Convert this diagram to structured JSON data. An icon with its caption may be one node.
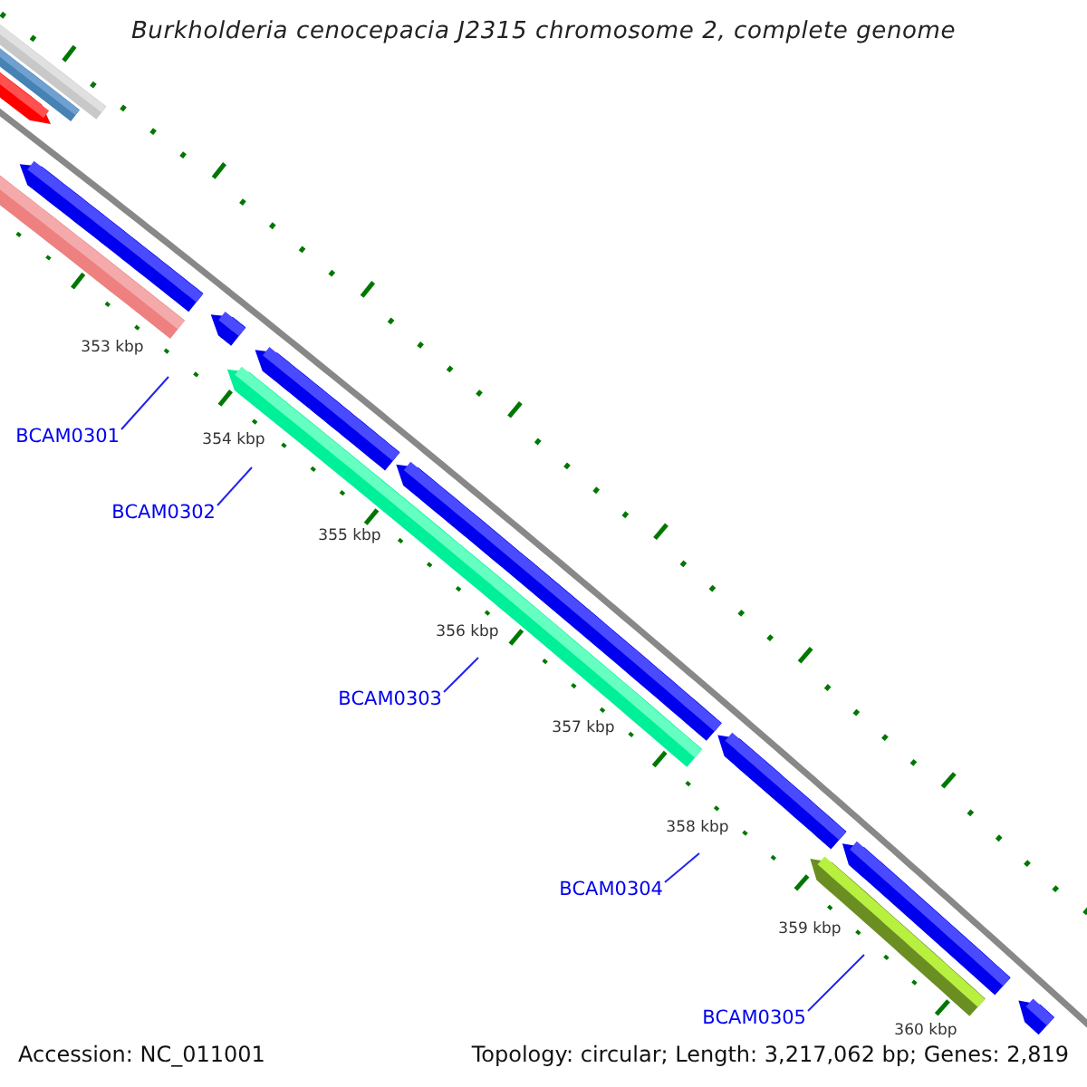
{
  "diagram": {
    "title": "Burkholderia cenocepacia J2315 chromosome 2, complete genome",
    "nodes": [
      {
        "text": [
          "BCAM0301"
        ]
      },
      {
        "text": [
          "BCAM0302"
        ]
      },
      {
        "text": [
          "BCAM0303"
        ]
      },
      {
        "text": [
          "BCAM0304"
        ]
      },
      {
        "text": [
          "BCAM0305"
        ]
      }
    ],
    "edges": [
      {
        "from": 0,
        "to": null,
        "arrow": "none"
      },
      {
        "from": 1,
        "to": null,
        "arrow": "none"
      },
      {
        "from": 2,
        "to": null,
        "arrow": "none"
      },
      {
        "from": 3,
        "to": null,
        "arrow": "none"
      },
      {
        "from": 4,
        "to": null,
        "arrow": "none"
      }
    ],
    "labels": [
      "353 kbp",
      "354 kbp",
      "355 kbp",
      "356 kbp",
      "357 kbp",
      "358 kbp",
      "359 kbp",
      "360 kbp",
      "Accession: NC_011001",
      "Topology: circular; Length: 3,217,062 bp; Genes: 2,819"
    ]
  }
}
